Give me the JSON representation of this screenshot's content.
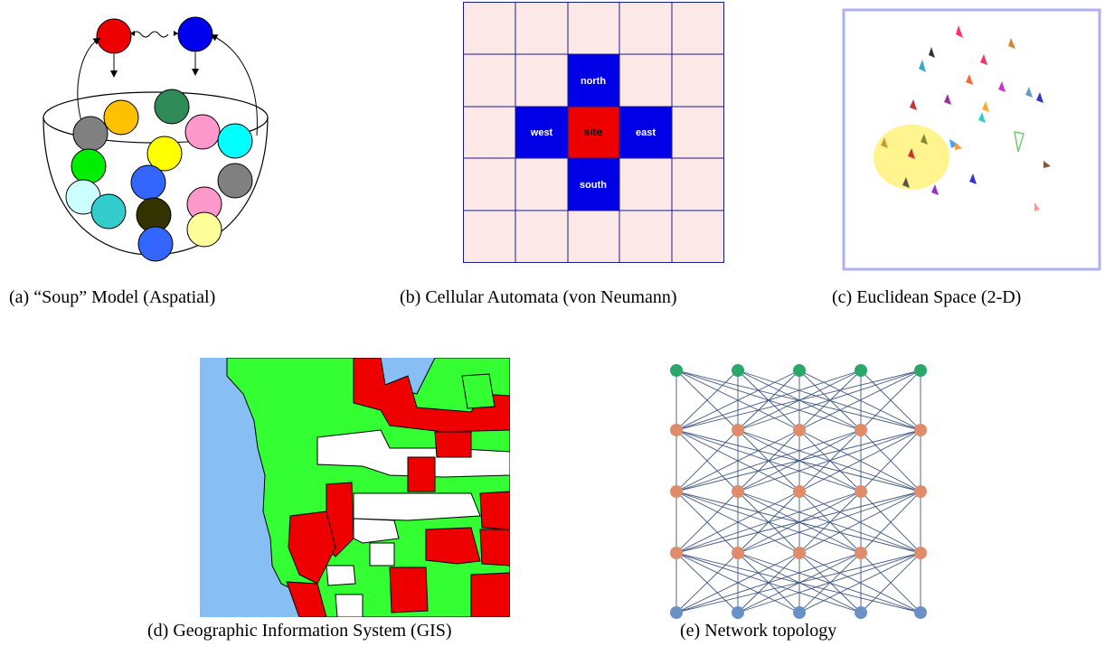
{
  "panels": {
    "soup": {
      "caption": "(a) “Soup” Model (Aspatial)"
    },
    "ca": {
      "caption": "(b) Cellular Automata (von Neumann)",
      "labels": {
        "north": "north",
        "south": "south",
        "east": "east",
        "west": "west",
        "site": "site"
      },
      "colors": {
        "background": "#fde8e8",
        "grid": "#1a1a8c",
        "neighbor": "#0000e6",
        "site": "#ee0000"
      }
    },
    "euclid": {
      "caption": "(c) Euclidean Space (2-D)"
    },
    "gis": {
      "caption": "(d) Geographic Information System (GIS)",
      "colors": {
        "water": "#87bff5",
        "green": "#33ff33",
        "red": "#ee0000",
        "white": "#ffffff"
      }
    },
    "network": {
      "caption": "(e) Network topology",
      "colors": {
        "top": "#2aa86a",
        "middle": "#e08c6a",
        "bottom": "#6a90c8"
      }
    }
  }
}
